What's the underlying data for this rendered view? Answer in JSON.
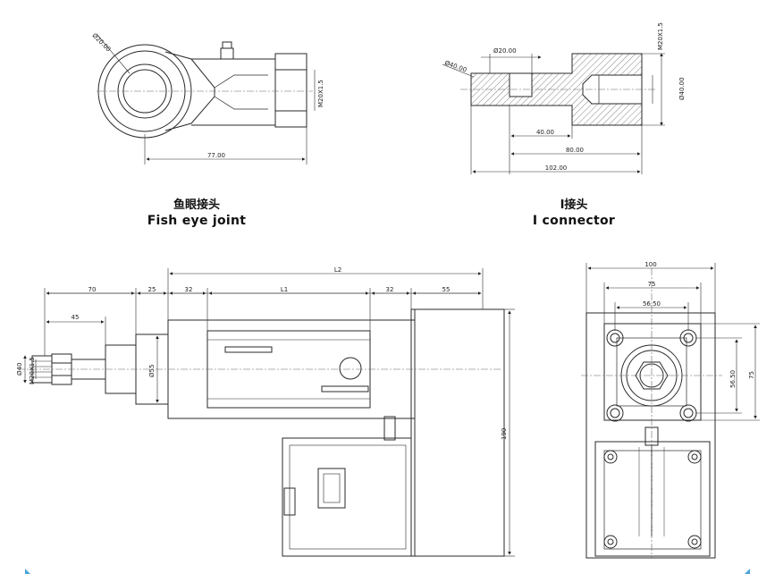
{
  "fish_eye": {
    "title_cn": "鱼眼接头",
    "title_en": "Fish eye joint",
    "dim_hole": "Ø20.00",
    "dim_thread": "M20X1.5",
    "dim_length": "77.00"
  },
  "i_connector": {
    "title_cn": "I接头",
    "title_en": "I connector",
    "dim_thread": "M20X1.5",
    "dim_inner": "Ø20.00",
    "dim_outer": "Ø40.00",
    "dim_right_dia": "Ø40.00",
    "dim_40": "40.00",
    "dim_80": "80.00",
    "dim_102": "102.00"
  },
  "side_view": {
    "dim_l2": "L2",
    "dim_70": "70",
    "dim_25": "25",
    "dim_32a": "32",
    "dim_l1": "L1",
    "dim_32b": "32",
    "dim_55": "55",
    "dim_45": "45",
    "dim_d40": "Ø40",
    "dim_m20": "M20X1.5",
    "dim_d55": "Ø55",
    "dim_190": "190"
  },
  "end_view": {
    "dim_100": "100",
    "dim_75h": "75",
    "dim_5650h": "56.50",
    "dim_5650v": "56.50",
    "dim_75v": "75"
  },
  "colors": {
    "line": "#2a2a2a",
    "hatch": "#555555",
    "centerline": "#666666",
    "accent_corner": "#4aa3d8"
  }
}
